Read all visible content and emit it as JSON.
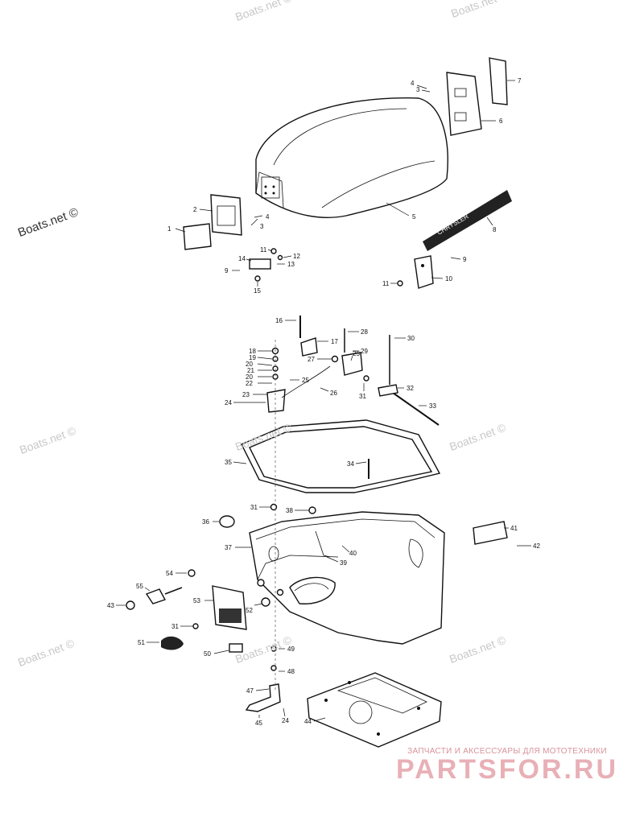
{
  "watermarks": {
    "text": "Boats.net ©",
    "dark_text": "Boats.net ©"
  },
  "decal_text": "CHRYSLER",
  "banner": {
    "tagline": "ЗАПЧАСТИ И АКСЕССУАРЫ ДЛЯ МОТОТЕХНИКИ",
    "logo": "PARTSFOR.RU"
  },
  "callouts": [
    "1",
    "2",
    "3",
    "3",
    "4",
    "4",
    "5",
    "6",
    "7",
    "8",
    "9",
    "9",
    "10",
    "11",
    "11",
    "12",
    "13",
    "14",
    "15",
    "16",
    "17",
    "18",
    "19",
    "20",
    "20",
    "21",
    "22",
    "23",
    "24",
    "24",
    "25",
    "25",
    "26",
    "27",
    "28",
    "29",
    "30",
    "31",
    "31",
    "31",
    "32",
    "33",
    "34",
    "35",
    "36",
    "37",
    "38",
    "39",
    "40",
    "41",
    "42",
    "43",
    "44",
    "45",
    "47",
    "48",
    "49",
    "50",
    "51",
    "52",
    "53",
    "54",
    "55"
  ]
}
